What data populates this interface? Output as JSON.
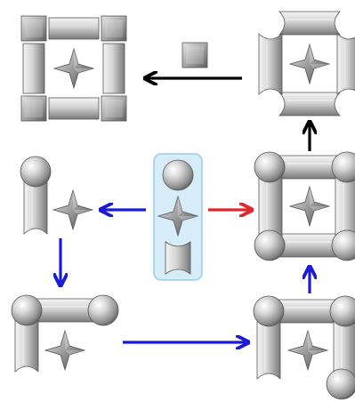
{
  "diagram": {
    "background": "#ffffff",
    "colors": {
      "metal_light": "#f4f4f4",
      "metal_mid": "#bdbdbd",
      "metal_dark": "#6e6e6e",
      "arrow_blue": "#1a1ad6",
      "arrow_red": "#e0262b",
      "arrow_black": "#000000",
      "panel_fill": "#d6ecf8",
      "panel_stroke": "#9ccbe6"
    },
    "components": [
      {
        "id": "sphere",
        "icon": "sphere-icon"
      },
      {
        "id": "star",
        "icon": "four-point-star-icon"
      },
      {
        "id": "concave-block",
        "icon": "concave-block-icon"
      }
    ],
    "assemblies": [
      {
        "id": "top-left",
        "name": "square-frame-with-star"
      },
      {
        "id": "top-right",
        "name": "concave-frame-with-star"
      },
      {
        "id": "middle-left",
        "name": "sphere-block-star"
      },
      {
        "id": "middle-right",
        "name": "sphere-cornered-frame-with-star"
      },
      {
        "id": "bottom-left",
        "name": "two-spheres-two-blocks-star"
      },
      {
        "id": "bottom-right",
        "name": "three-spheres-three-blocks-star"
      }
    ],
    "arrows": [
      {
        "from": "components",
        "to": "middle-left",
        "color": "blue"
      },
      {
        "from": "components",
        "to": "middle-right",
        "color": "red"
      },
      {
        "from": "middle-left",
        "to": "bottom-left",
        "color": "blue"
      },
      {
        "from": "bottom-left",
        "to": "bottom-right",
        "color": "blue"
      },
      {
        "from": "bottom-right",
        "to": "middle-right",
        "color": "blue"
      },
      {
        "from": "middle-right",
        "to": "top-right",
        "color": "black"
      },
      {
        "from": "top-right",
        "to": "top-left",
        "color": "black",
        "reagent": "cube-icon"
      }
    ]
  }
}
